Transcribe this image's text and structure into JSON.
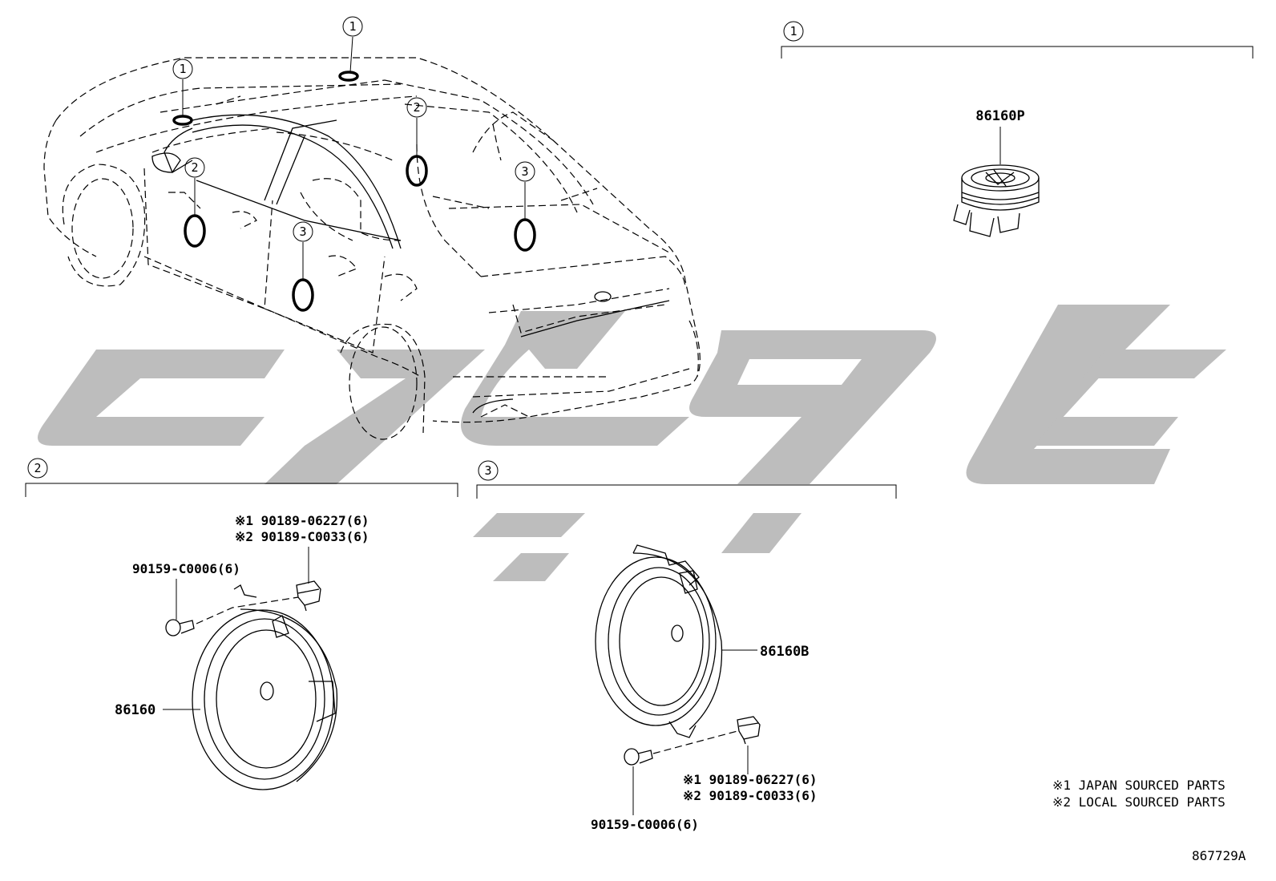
{
  "callouts": {
    "one": "1",
    "two": "2",
    "three": "3"
  },
  "groups": {
    "g1": {
      "number": "1"
    },
    "g2": {
      "number": "2"
    },
    "g3": {
      "number": "3"
    }
  },
  "parts": {
    "tweeter": "86160P",
    "front_speaker": "86160",
    "rear_speaker": "86160B",
    "g2_screw": "90159-C0006(6)",
    "g2_clip_1": "※1 90189-06227(6)",
    "g2_clip_2": "※2 90189-C0033(6)",
    "g3_clip_1": "※1 90189-06227(6)",
    "g3_clip_2": "※2 90189-C0033(6)",
    "g3_screw": "90159-C0006(6)"
  },
  "notes": {
    "japan": "※1 JAPAN SOURCED PARTS",
    "local": "※2 LOCAL SOURCED PARTS"
  },
  "diagram_code": "867729A",
  "watermark_color": "#bdbdbd"
}
